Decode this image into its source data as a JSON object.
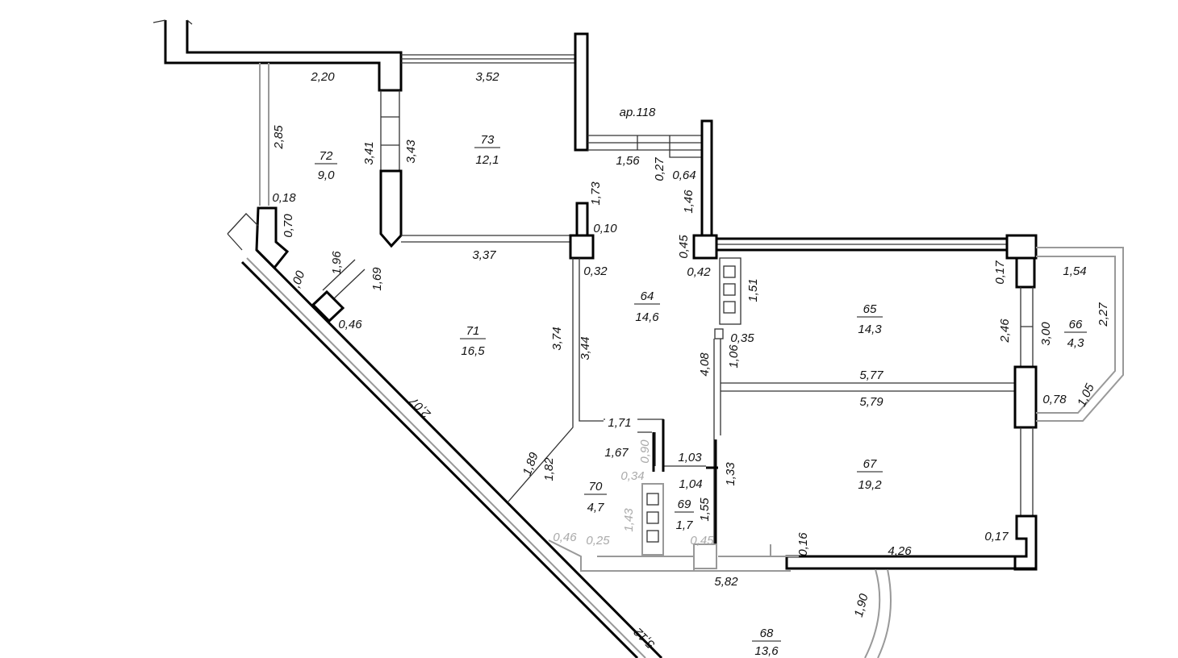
{
  "plan": {
    "label": "ар.118",
    "rooms": [
      {
        "number": "72",
        "area": "9,0"
      },
      {
        "number": "73",
        "area": "12,1"
      },
      {
        "number": "71",
        "area": "16,5"
      },
      {
        "number": "64",
        "area": "14,6"
      },
      {
        "number": "65",
        "area": "14,3"
      },
      {
        "number": "66",
        "area": "4,3"
      },
      {
        "number": "67",
        "area": "19,2"
      },
      {
        "number": "70",
        "area": "4,7"
      },
      {
        "number": "69",
        "area": "1,7"
      },
      {
        "number": "68",
        "area": "13,6"
      }
    ],
    "dimensions": [
      "2,20",
      "3,52",
      "2,85",
      "3,41",
      "3,43",
      "0,18",
      "0,70",
      "1,96",
      "1,69",
      ",00",
      "0,46",
      "3,37",
      "1,73",
      "0,10",
      "0,32",
      "1,56",
      "0,27",
      "0,64",
      "1,46",
      "0,45",
      "0,42",
      "1,51",
      "0,35",
      "1,06",
      "4,08",
      "3,74",
      "3,44",
      "5,77",
      "5,79",
      "0,17",
      "1,54",
      "2,46",
      "3,00",
      "2,27",
      "0,78",
      "1,05",
      "1,71",
      "1,67",
      "0,90",
      "0,34",
      "1,03",
      "1,04",
      "1,55",
      "1,33",
      "1,89",
      "1,82",
      "1,43",
      "0,46",
      "0,25",
      "0,45",
      "0,16",
      "5,82",
      "4,26",
      "0,17",
      "1,90",
      "2,07",
      "5,12"
    ]
  }
}
